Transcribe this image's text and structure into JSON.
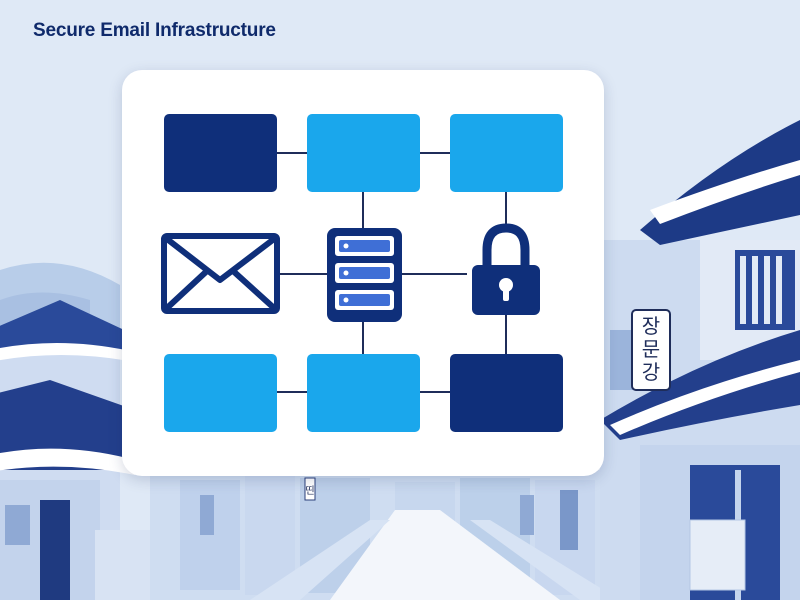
{
  "title": "Secure Email Infrastructure",
  "colors": {
    "dark_blue": "#0f2f7a",
    "light_blue": "#1aa7ec",
    "line": "#1f2d5a"
  },
  "diagram": {
    "nodes": [
      {
        "id": "box-top-left",
        "kind": "box",
        "color": "dark_blue"
      },
      {
        "id": "box-top-middle",
        "kind": "box",
        "color": "light_blue"
      },
      {
        "id": "box-top-right",
        "kind": "box",
        "color": "light_blue"
      },
      {
        "id": "envelope",
        "kind": "envelope-icon"
      },
      {
        "id": "server",
        "kind": "server-icon"
      },
      {
        "id": "lock",
        "kind": "lock-icon"
      },
      {
        "id": "box-bottom-left",
        "kind": "box",
        "color": "light_blue"
      },
      {
        "id": "box-bottom-middle",
        "kind": "box",
        "color": "light_blue"
      },
      {
        "id": "box-bottom-right",
        "kind": "box",
        "color": "dark_blue"
      }
    ]
  },
  "street_sign": {
    "text_lines": [
      "장",
      "문",
      "강"
    ]
  },
  "small_sign": {
    "text": "띤"
  }
}
